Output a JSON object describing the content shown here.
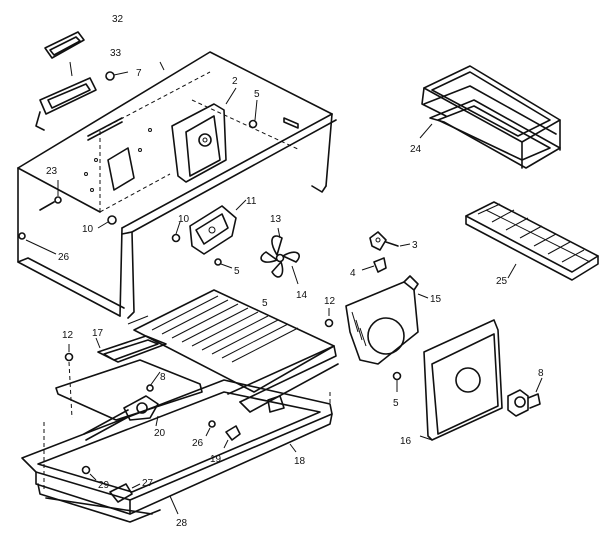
{
  "labels": {
    "p2": "2",
    "p3": "3",
    "p4": "4",
    "p5a": "5",
    "p5b": "5",
    "p5c": "5",
    "p5d": "5",
    "p7": "7",
    "p8a": "8",
    "p8b": "8",
    "p10a": "10",
    "p10b": "10",
    "p11": "11",
    "p12a": "12",
    "p12b": "12",
    "p13": "13",
    "p14": "14",
    "p15": "15",
    "p16": "16",
    "p17": "17",
    "p18": "18",
    "p19": "19",
    "p20": "20",
    "p23": "23",
    "p24": "24",
    "p25": "25",
    "p26a": "26",
    "p26b": "26",
    "p27": "27",
    "p28": "28",
    "p29": "29",
    "p32": "32",
    "p33": "33"
  }
}
